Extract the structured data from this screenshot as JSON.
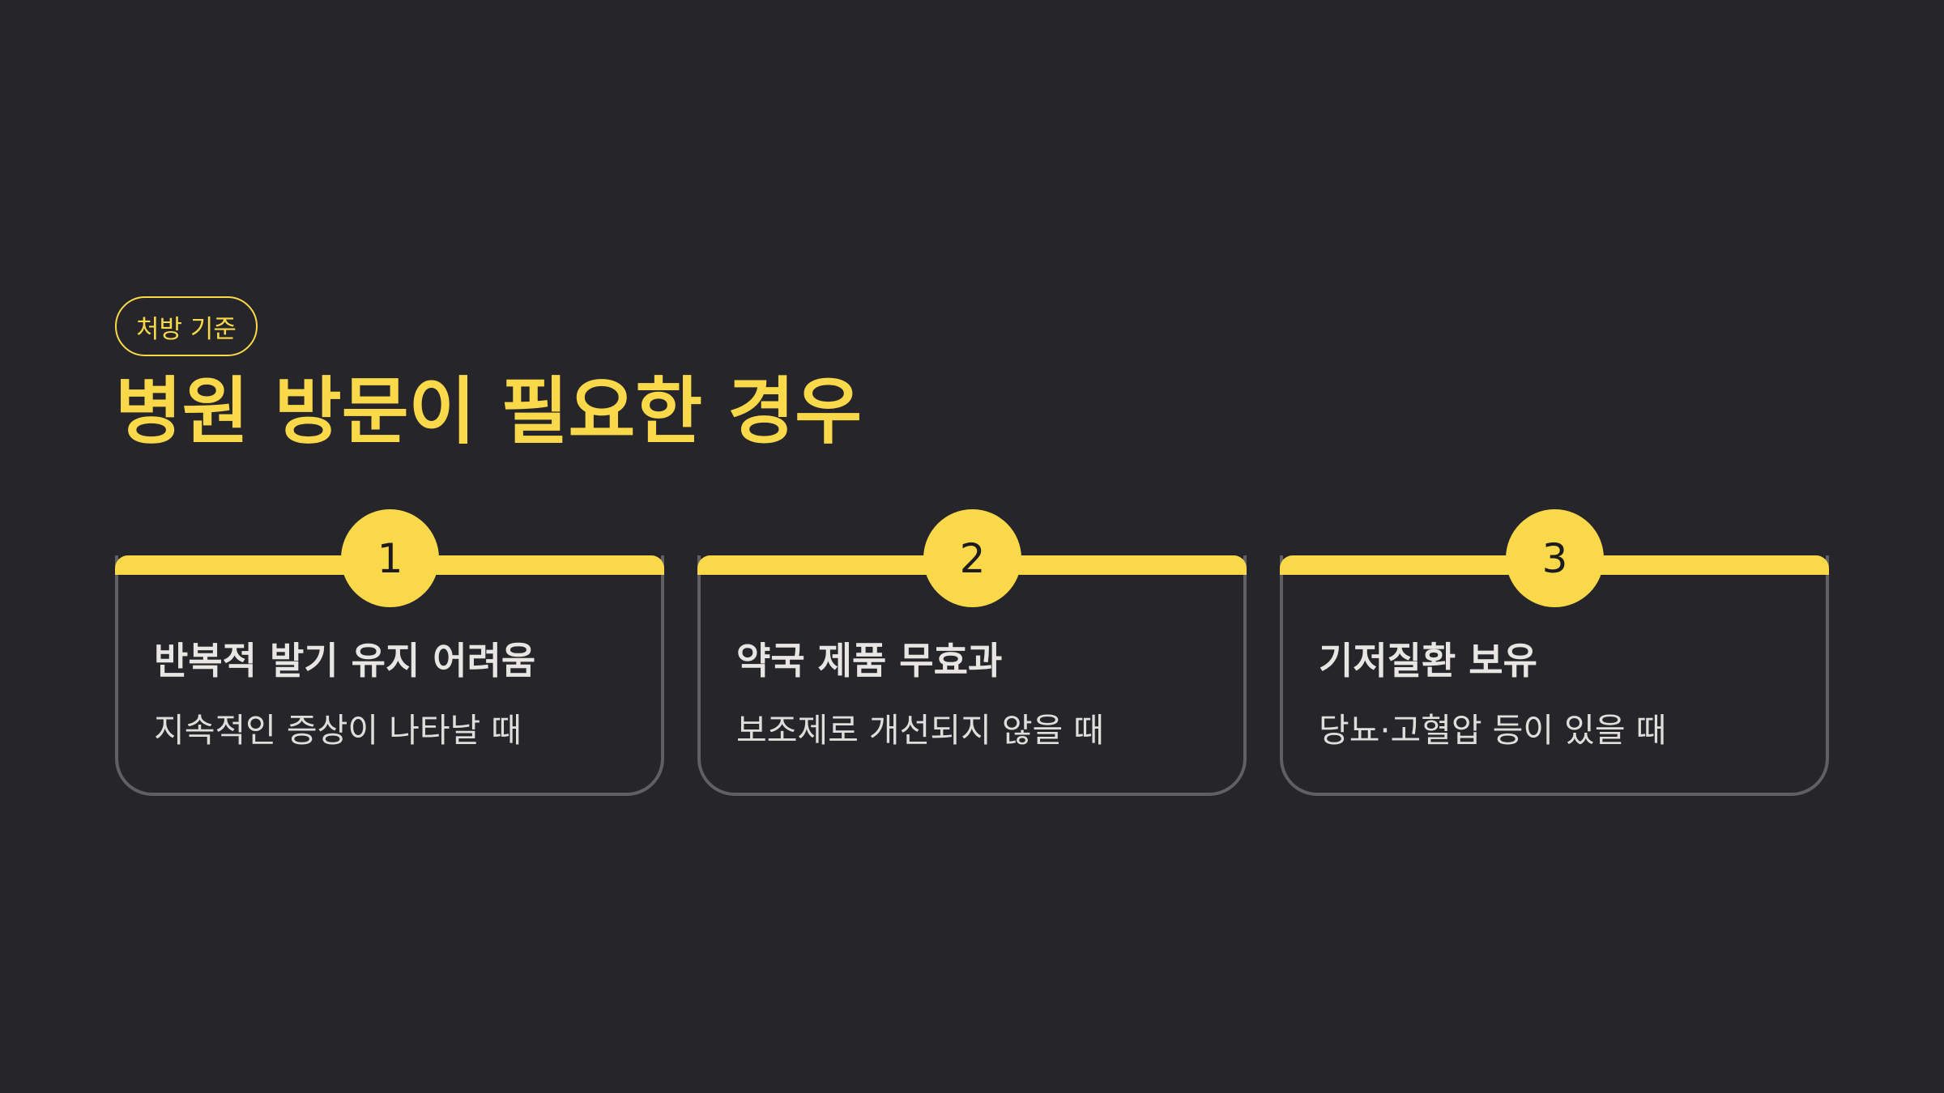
{
  "badge": "처방 기준",
  "title": "병원 방문이 필요한 경우",
  "cards": [
    {
      "number": "1",
      "title": "반복적 발기 유지 어려움",
      "description": "지속적인 증상이 나타날 때"
    },
    {
      "number": "2",
      "title": "약국 제품 무효과",
      "description": "보조제로 개선되지 않을 때"
    },
    {
      "number": "3",
      "title": "기저질환 보유",
      "description": "당뇨·고혈압 등이 있을 때"
    }
  ],
  "colors": {
    "background": "#26252a",
    "accent": "#f9d94a",
    "card_border": "#605f64",
    "text": "#e8e6e3"
  }
}
